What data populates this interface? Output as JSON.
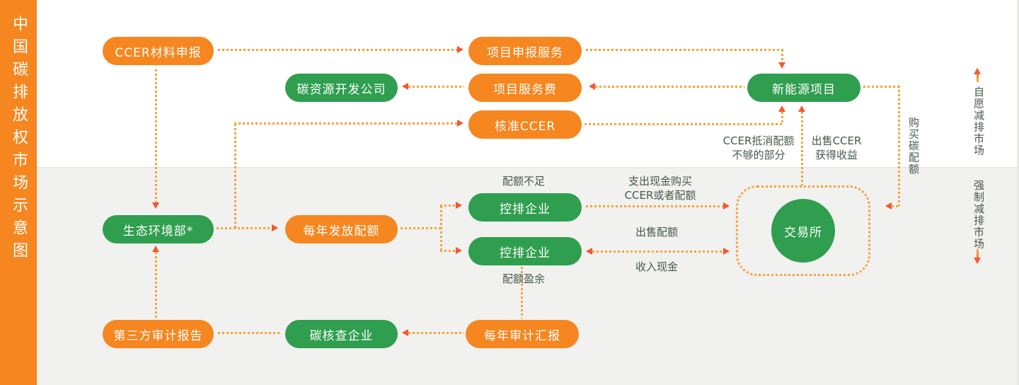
{
  "colors": {
    "orange": "#f6861f",
    "green": "#2f9e4e",
    "dot_line": "#f9a23a",
    "arrowhead": "#f4572f",
    "label_text": "#47594b",
    "bottom_bg": "#f1f1ef",
    "top_bg": "#ffffff"
  },
  "sidebar": {
    "title": "中国碳排放权市场示意图"
  },
  "markets": {
    "voluntary": "自愿减排市场",
    "mandatory": "强制减排市场"
  },
  "nodes": {
    "ccer_material": {
      "label": "CCER材料申报",
      "color": "orange"
    },
    "project_apply": {
      "label": "项目申报服务",
      "color": "orange"
    },
    "carbon_dev": {
      "label": "碳资源开发公司",
      "color": "green"
    },
    "project_fee": {
      "label": "项目服务费",
      "color": "orange"
    },
    "new_energy": {
      "label": "新能源项目",
      "color": "green"
    },
    "approve_ccer": {
      "label": "核准CCER",
      "color": "orange"
    },
    "moee": {
      "label": "生态环境部*",
      "color": "green"
    },
    "annual_quota": {
      "label": "每年发放配额",
      "color": "orange"
    },
    "company_short": {
      "label": "控排企业",
      "color": "green"
    },
    "company_surplus": {
      "label": "控排企业",
      "color": "green"
    },
    "exchange": {
      "label": "交易所",
      "color": "green"
    },
    "third_party": {
      "label": "第三方审计报告",
      "color": "orange"
    },
    "carbon_verify": {
      "label": "碳核查企业",
      "color": "green"
    },
    "annual_audit": {
      "label": "每年审计汇报",
      "color": "orange"
    }
  },
  "edge_labels": {
    "quota_short": "配额不足",
    "quota_surplus": "配额盈余",
    "pay_cash": [
      "支出现金购买",
      "CCER或者配额"
    ],
    "sell_quota": "出售配额",
    "income_cash": "收入现金",
    "ccer_offset": [
      "CCER抵消配额",
      "不够的部分"
    ],
    "sell_ccer": [
      "出售CCER",
      "获得收益"
    ],
    "buy_quota": "购买碳配额"
  }
}
